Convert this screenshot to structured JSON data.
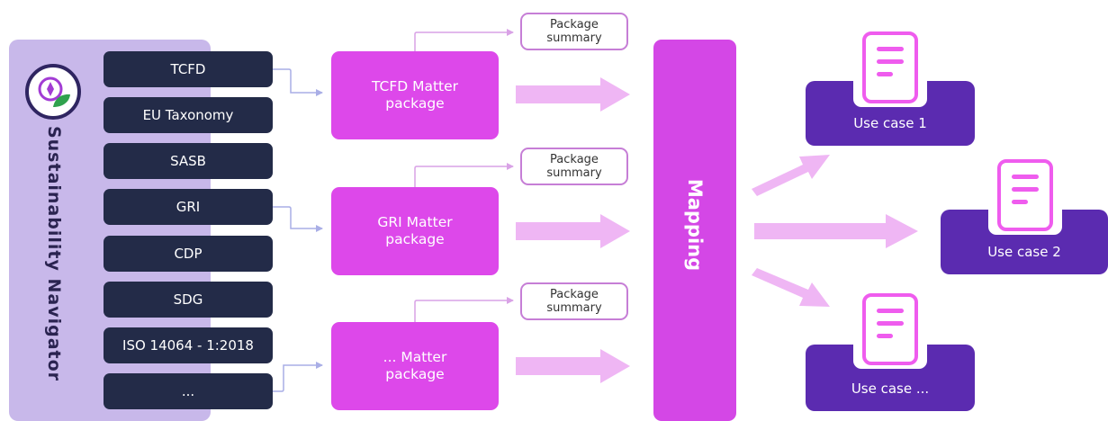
{
  "navigator": {
    "title": "Sustainability Navigator",
    "frameworks": [
      "TCFD",
      "EU Taxonomy",
      "SASB",
      "GRI",
      "CDP",
      "SDG",
      "ISO 14064 - 1:2018",
      "..."
    ]
  },
  "packages": [
    {
      "line1": "TCFD Matter",
      "line2": "package",
      "summary_line1": "Package",
      "summary_line2": "summary"
    },
    {
      "line1": "GRI Matter",
      "line2": "package",
      "summary_line1": "Package",
      "summary_line2": "summary"
    },
    {
      "line1": "... Matter",
      "line2": "package",
      "summary_line1": "Package",
      "summary_line2": "summary"
    }
  ],
  "mapping": {
    "label": "Mapping"
  },
  "use_cases": [
    "Use case 1",
    "Use case 2",
    "Use case ..."
  ],
  "colors": {
    "navy": "#232b48",
    "panel": "#c8b8ea",
    "magenta": "#dd48ea",
    "purple": "#5b2bb0",
    "arrow": "#efb6f4",
    "connector": "#a9aee6"
  }
}
